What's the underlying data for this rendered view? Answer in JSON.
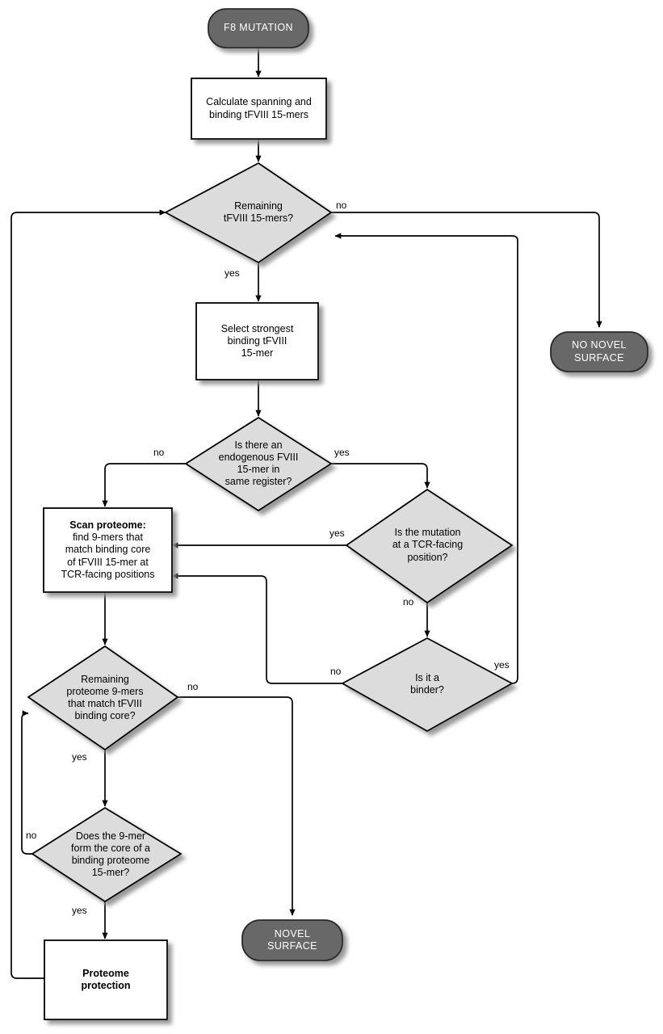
{
  "diagram": {
    "title": "F8 mutation novel surface decision flowchart",
    "colors": {
      "terminal_fill": "#676767",
      "terminal_stroke": "#2b2b2b",
      "terminal_text": "#ffffff",
      "process_fill": "#ffffff",
      "process_stroke": "#000000",
      "decision_fill": "#dcdcdc",
      "decision_stroke": "#000000",
      "line": "#000000",
      "shadow": "#9a9a9a",
      "background": "#ffffff"
    },
    "nodes": [
      {
        "id": "start",
        "type": "terminal",
        "text": "F8 MUTATION"
      },
      {
        "id": "calculate",
        "type": "process",
        "text": "Calculate spanning and\nbinding tFVIII 15-mers"
      },
      {
        "id": "remaining15",
        "type": "decision",
        "text": "Remaining\ntFVIII 15-mers?"
      },
      {
        "id": "no_novel_surface",
        "type": "terminal",
        "text": "NO NOVEL\nSURFACE"
      },
      {
        "id": "select_strongest",
        "type": "process",
        "text": "Select strongest\nbinding tFVIII\n15-mer"
      },
      {
        "id": "endogenous",
        "type": "decision",
        "text": "Is there an\nendogenous FVIII\n15-mer in\nsame register?"
      },
      {
        "id": "tcr_facing",
        "type": "decision",
        "text": "Is the mutation\nat a TCR-facing\nposition?"
      },
      {
        "id": "scan_proteome",
        "type": "process",
        "text_bold": "Scan proteome:",
        "text": "find 9-mers that\nmatch binding core\nof tFVIII 15-mer at\nTCR-facing positions"
      },
      {
        "id": "is_binder",
        "type": "decision",
        "text": "Is it a\nbinder?"
      },
      {
        "id": "remaining9",
        "type": "decision",
        "text": "Remaining\nproteome 9-mers\nthat match tFVIII\nbinding core?"
      },
      {
        "id": "forms_core",
        "type": "decision",
        "text": "Does the 9-mer\nform the core of a\nbinding proteome\n15-mer?"
      },
      {
        "id": "novel_surface",
        "type": "terminal",
        "text": "NOVEL\nSURFACE"
      },
      {
        "id": "proteome_protection",
        "type": "process",
        "text_bold": "Proteome\nprotection",
        "text": ""
      }
    ],
    "edges": [
      {
        "from": "start",
        "to": "calculate",
        "label": ""
      },
      {
        "from": "calculate",
        "to": "remaining15",
        "label": ""
      },
      {
        "from": "remaining15",
        "to": "no_novel_surface",
        "label": "no"
      },
      {
        "from": "remaining15",
        "to": "select_strongest",
        "label": "yes"
      },
      {
        "from": "select_strongest",
        "to": "endogenous",
        "label": ""
      },
      {
        "from": "endogenous",
        "to": "scan_proteome",
        "label": "no"
      },
      {
        "from": "endogenous",
        "to": "tcr_facing",
        "label": "yes"
      },
      {
        "from": "tcr_facing",
        "to": "scan_proteome",
        "label": "yes"
      },
      {
        "from": "tcr_facing",
        "to": "is_binder",
        "label": "no"
      },
      {
        "from": "is_binder",
        "to": "remaining15",
        "label": "yes"
      },
      {
        "from": "is_binder",
        "to": "scan_proteome",
        "label": "no"
      },
      {
        "from": "scan_proteome",
        "to": "remaining9",
        "label": ""
      },
      {
        "from": "remaining9",
        "to": "novel_surface",
        "label": "no"
      },
      {
        "from": "remaining9",
        "to": "forms_core",
        "label": "yes"
      },
      {
        "from": "forms_core",
        "to": "remaining9",
        "label": "no"
      },
      {
        "from": "forms_core",
        "to": "proteome_protection",
        "label": "yes"
      },
      {
        "from": "proteome_protection",
        "to": "remaining15",
        "label": ""
      }
    ],
    "labels": {
      "start": "F8 MUTATION",
      "calculate_l1": "Calculate spanning and",
      "calculate_l2": "binding tFVIII 15-mers",
      "remaining15_l1": "Remaining",
      "remaining15_l2": "tFVIII 15-mers?",
      "no_novel_l1": "NO NOVEL",
      "no_novel_l2": "SURFACE",
      "select_l1": "Select strongest",
      "select_l2": "binding tFVIII",
      "select_l3": "15-mer",
      "endo_l1": "Is there an",
      "endo_l2": "endogenous FVIII",
      "endo_l3": "15-mer in",
      "endo_l4": "same register?",
      "tcr_l1": "Is the mutation",
      "tcr_l2": "at a TCR-facing",
      "tcr_l3": "position?",
      "scan_l1": "Scan proteome:",
      "scan_l2": "find 9-mers that",
      "scan_l3": "match binding core",
      "scan_l4": "of tFVIII 15-mer at",
      "scan_l5": "TCR-facing positions",
      "binder_l1": "Is it a",
      "binder_l2": "binder?",
      "rem9_l1": "Remaining",
      "rem9_l2": "proteome 9-mers",
      "rem9_l3": "that match tFVIII",
      "rem9_l4": "binding core?",
      "core_l1": "Does the 9-mer",
      "core_l2": "form the core of a",
      "core_l3": "binding proteome",
      "core_l4": "15-mer?",
      "novel_l1": "NOVEL",
      "novel_l2": "SURFACE",
      "prot_l1": "Proteome",
      "prot_l2": "protection"
    },
    "edge_labels": {
      "rem15_no": "no",
      "rem15_yes": "yes",
      "endo_no": "no",
      "endo_yes": "yes",
      "tcr_yes": "yes",
      "tcr_no": "no",
      "binder_no": "no",
      "binder_yes": "yes",
      "rem9_no": "no",
      "rem9_yes": "yes",
      "core_no": "no",
      "core_yes": "yes"
    }
  }
}
